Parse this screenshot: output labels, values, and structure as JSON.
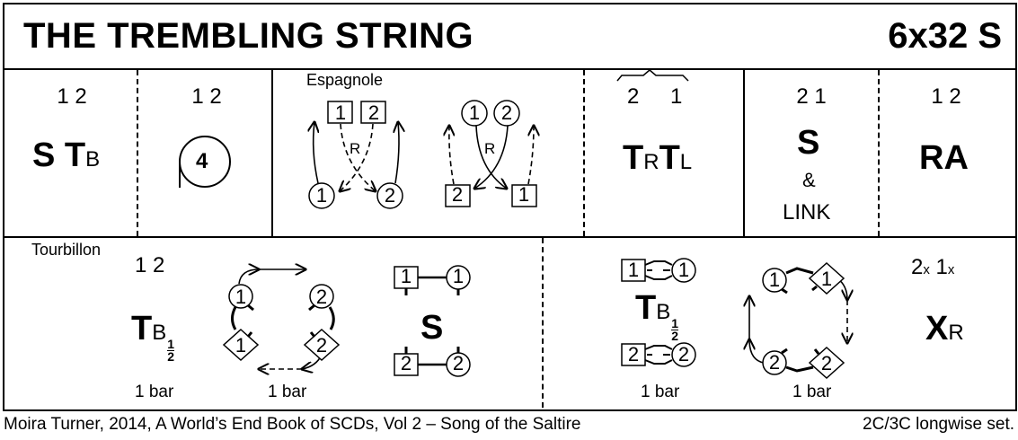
{
  "header": {
    "title": "THE TREMBLING STRING",
    "format": "6x32 S"
  },
  "row1": {
    "cell1": {
      "positions": "1 2",
      "main": "S T",
      "sub": "B"
    },
    "cell2": {
      "positions": "1 2",
      "circle_label": "4"
    },
    "cell3": {
      "label": "Espagnole",
      "left": {
        "top": [
          "1",
          "2"
        ],
        "bottom": [
          "1",
          "2"
        ],
        "mid": "R"
      },
      "right": {
        "top": [
          "1",
          "2"
        ],
        "bottom": [
          "2",
          "1"
        ],
        "mid": "R"
      }
    },
    "cell4": {
      "positions": [
        "2",
        "1"
      ],
      "t1": "T",
      "s1": "R",
      "t2": "T",
      "s2": "L"
    },
    "cell5": {
      "positions": "2 1",
      "main": "S",
      "amp": "&",
      "link": "LINK"
    },
    "cell6": {
      "positions": "1 2",
      "main": "RA"
    }
  },
  "row2": {
    "left": {
      "label": "Tourbillon",
      "positions": "1 2",
      "main": "T",
      "sub": "B",
      "frac_num": "1",
      "frac_den": "2",
      "bar1": "1 bar",
      "bar2": "1 bar",
      "diagram": {
        "circles": [
          "1",
          "2"
        ],
        "diamonds": [
          "1",
          "2"
        ]
      },
      "setting": {
        "main": "S",
        "squares": [
          "1",
          "2"
        ],
        "circles": [
          "1",
          "2"
        ]
      }
    },
    "right": {
      "main": "T",
      "sub": "B",
      "frac_num": "1",
      "frac_den": "2",
      "squares": [
        "1",
        "2"
      ],
      "circles": [
        "1",
        "2"
      ],
      "bar1": "1 bar",
      "bar2": "1 bar",
      "diagram": {
        "circles": [
          "1",
          "2"
        ],
        "diamonds": [
          "1",
          "2"
        ]
      },
      "cross": {
        "positions_a": "2",
        "xa": "x",
        "positions_b": "1",
        "xb": "x",
        "main": "X",
        "sub": "R"
      }
    }
  },
  "footer": {
    "source": "Moira Turner, 2014, A World’s End Book of SCDs, Vol 2 – Song of the Saltire",
    "set": "2C/3C longwise set."
  }
}
